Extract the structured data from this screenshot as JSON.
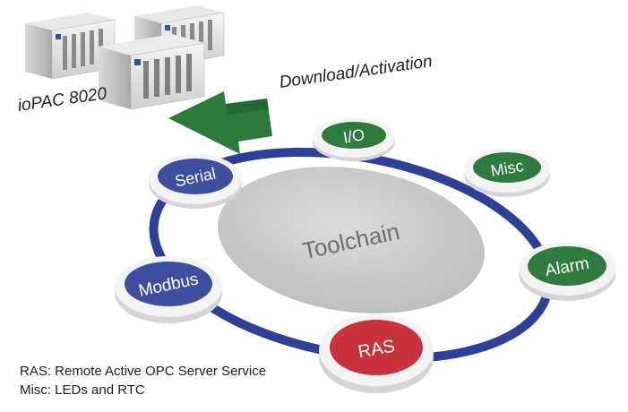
{
  "device": {
    "label": "ioPAC 8020"
  },
  "arrow": {
    "label": "Download/Activation"
  },
  "hub": {
    "label": "Toolchain"
  },
  "nodes": [
    {
      "id": "io",
      "label": "I/O",
      "color": "#2f7a3e"
    },
    {
      "id": "misc",
      "label": "Misc",
      "color": "#2f7a3e"
    },
    {
      "id": "alarm",
      "label": "Alarm",
      "color": "#2f7a3e"
    },
    {
      "id": "ras",
      "label": "RAS",
      "color": "#c8323c"
    },
    {
      "id": "modbus",
      "label": "Modbus",
      "color": "#3f4fa0"
    },
    {
      "id": "serial",
      "label": "Serial",
      "color": "#3f4fa0"
    }
  ],
  "footnotes": [
    "RAS: Remote Active OPC Server Service",
    "Misc: LEDs and RTC"
  ],
  "colors": {
    "ring": "#2e3f98",
    "hub": "#cfcfcf",
    "arrow": "#2d7a3b"
  }
}
